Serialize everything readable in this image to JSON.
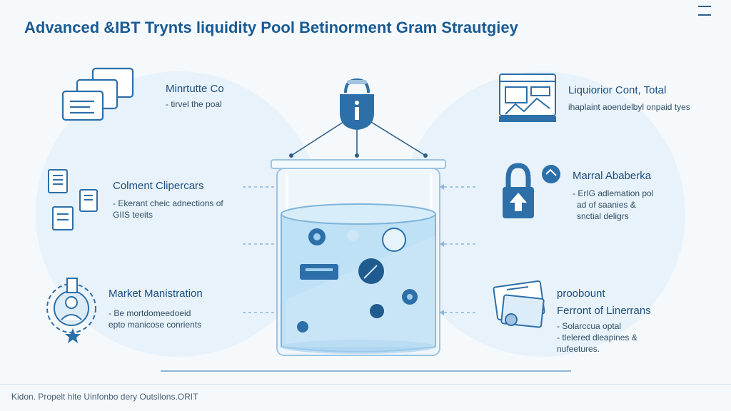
{
  "title": "Advanced &IBT Trynts liquidity Pool Betinorment Gram Strautgiey",
  "left": [
    {
      "heading": "Minrtutte Co",
      "lines": [
        "- tirvel the poal"
      ]
    },
    {
      "heading": "Colment Clipercars",
      "lines": [
        "- Ekerant cheic adnections of",
        "GIIS teeits"
      ]
    },
    {
      "heading": "Market Manistration",
      "lines": [
        "- Be mortdomeedoeid",
        "epto manicose conrients"
      ]
    }
  ],
  "right": [
    {
      "heading": "Liquiorior Cont, Total",
      "lines": [
        "ihaplaint aoendelbyl onpaid tyes"
      ]
    },
    {
      "heading": "Marral Ababerka",
      "lines": [
        "- ErIG adlemation pol",
        "ad of saanies &",
        "snctial deligrs"
      ]
    },
    {
      "heading": "proobount",
      "lines": []
    },
    {
      "heading": "Ferront of Linerrans",
      "lines": [
        "- Solarccua optal",
        "- tlelered dleapines &",
        "nufeetures."
      ]
    }
  ],
  "footer": "Kidon. Propelt hlte Uinfonbo dery Outsllons.ORIT",
  "colors": {
    "accent": "#1a5a93",
    "icon": "#2d6fa8",
    "liquid": "#bfe1f6",
    "glass": "#e6f2fb"
  },
  "icons": {
    "pool": "liquidity-tank-icon",
    "lock": "padlock-upload-icon",
    "info": "info-padlock-icon"
  }
}
